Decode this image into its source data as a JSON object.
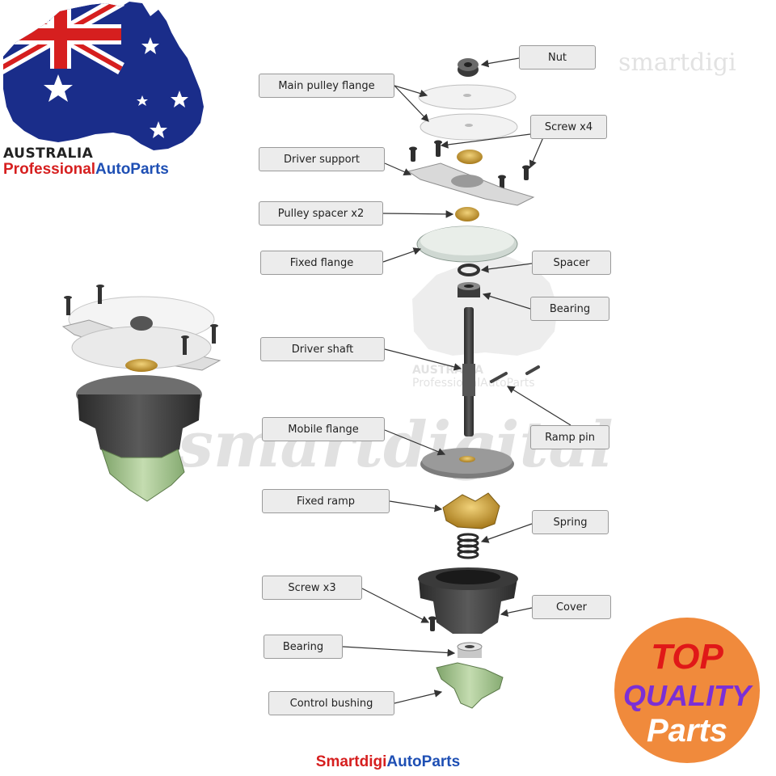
{
  "brand": {
    "country": "AUSTRALIA",
    "name_part1": "Professional",
    "name_part2": "AutoParts",
    "color_part1": "#d61f1f",
    "color_part2": "#1e4fb4"
  },
  "watermarks": {
    "top_right": "smartdigi",
    "center": "smartdigital",
    "mid_country": "AUSTRALIA",
    "mid_name": "ProfessionalAutoParts"
  },
  "labels": [
    {
      "id": "nut",
      "text": "Nut"
    },
    {
      "id": "main-pulley-flange",
      "text": "Main pulley flange"
    },
    {
      "id": "screw-x4",
      "text": "Screw x4"
    },
    {
      "id": "driver-support",
      "text": "Driver support"
    },
    {
      "id": "pulley-spacer-x2",
      "text": "Pulley spacer x2"
    },
    {
      "id": "fixed-flange",
      "text": "Fixed flange"
    },
    {
      "id": "spacer",
      "text": "Spacer"
    },
    {
      "id": "bearing-top",
      "text": "Bearing"
    },
    {
      "id": "driver-shaft",
      "text": "Driver shaft"
    },
    {
      "id": "mobile-flange",
      "text": "Mobile flange"
    },
    {
      "id": "ramp-pin",
      "text": "Ramp pin"
    },
    {
      "id": "fixed-ramp",
      "text": "Fixed ramp"
    },
    {
      "id": "spring",
      "text": "Spring"
    },
    {
      "id": "screw-x3",
      "text": "Screw x3"
    },
    {
      "id": "cover",
      "text": "Cover"
    },
    {
      "id": "bearing-bottom",
      "text": "Bearing"
    },
    {
      "id": "control-bushing",
      "text": "Control bushing"
    }
  ],
  "badge": {
    "line1": "TOP",
    "line2": "QUALITY",
    "line3": "Parts",
    "bg_color": "#f08a3c"
  },
  "footer": {
    "part1": "Smartdigi",
    "part2": "AutoParts",
    "color_part1": "#d61f1f",
    "color_part2": "#1e4fb4"
  }
}
